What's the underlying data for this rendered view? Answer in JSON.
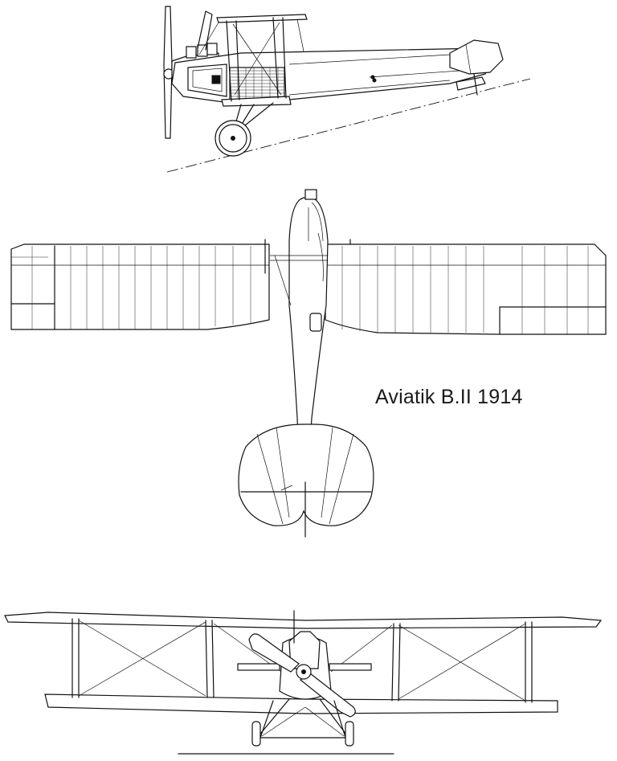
{
  "drawing": {
    "caption": "Aviatik B.II 1914",
    "views": [
      "side-view",
      "top-view",
      "front-view"
    ]
  }
}
